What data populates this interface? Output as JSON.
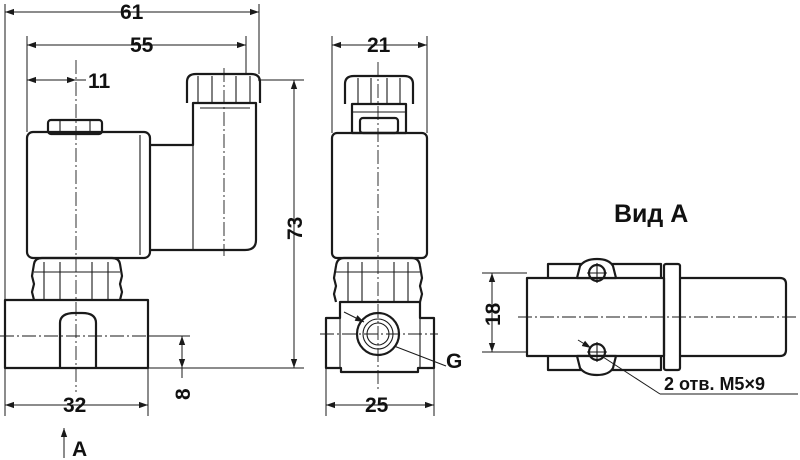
{
  "labels": {
    "dim_61": "61",
    "dim_55": "55",
    "dim_11": "11",
    "dim_73": "73",
    "dim_32": "32",
    "dim_8": "8",
    "dim_21": "21",
    "dim_25": "25",
    "dim_18": "18",
    "thread_g": "G",
    "view_arrow": "A",
    "view_title": "Вид А",
    "holes_note": "2 отв. М5×9"
  }
}
